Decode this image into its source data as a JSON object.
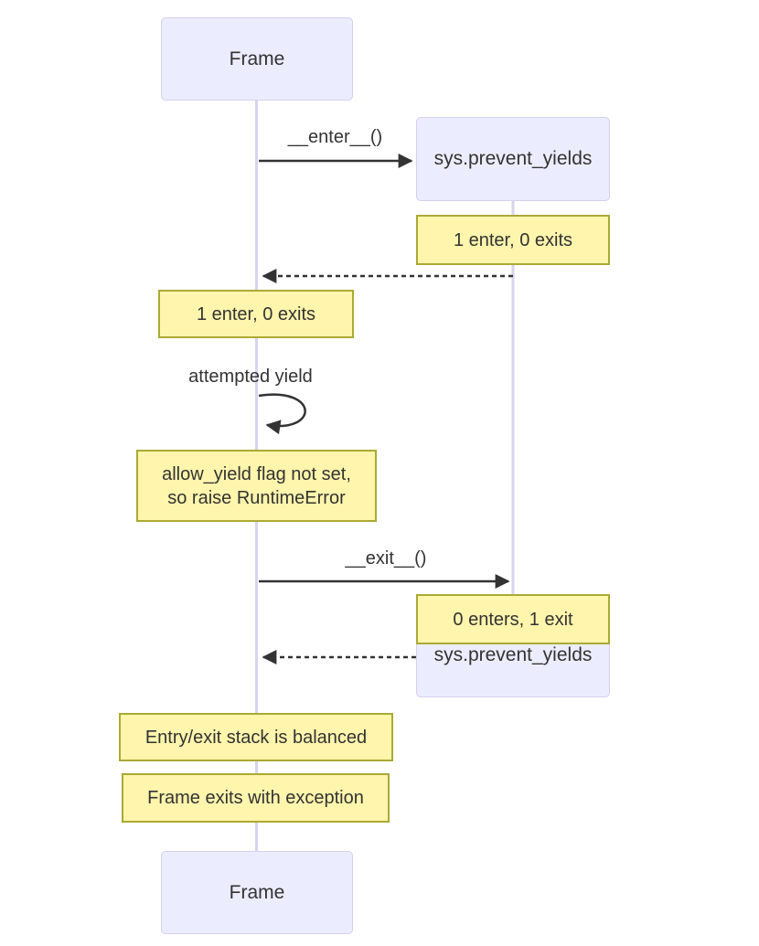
{
  "diagram_type": "sequence",
  "colors": {
    "actor_fill": "#ECECFF",
    "actor_border": "#D5D0EC",
    "note_fill": "#FFF5AD",
    "note_border": "#AAAA33",
    "lifeline": "#D9D3EE",
    "message_line": "#333333",
    "text": "#333333"
  },
  "actors": {
    "frame_top": {
      "label": "Frame"
    },
    "sys_top": {
      "label": "sys.prevent_yields"
    },
    "sys_bottom": {
      "label": "sys.prevent_yields"
    },
    "frame_bottom": {
      "label": "Frame"
    }
  },
  "messages": {
    "enter_call": {
      "label": "__enter__()",
      "type": "solid-arrow",
      "from": "Frame",
      "to": "sys.prevent_yields"
    },
    "enter_return": {
      "label": "",
      "type": "dashed-arrow",
      "from": "sys.prevent_yields",
      "to": "Frame"
    },
    "attempted_yield": {
      "label": "attempted yield",
      "type": "self-loop",
      "on": "Frame"
    },
    "exit_call": {
      "label": "__exit__()",
      "type": "solid-arrow",
      "from": "Frame",
      "to": "sys.prevent_yields"
    },
    "exit_return": {
      "label": "",
      "type": "dashed-arrow",
      "from": "sys.prevent_yields",
      "to": "Frame"
    }
  },
  "notes": {
    "sys_enter": {
      "label": "1 enter, 0 exits"
    },
    "frame_enter": {
      "label": "1 enter, 0 exits"
    },
    "yield_error": {
      "line1": "allow_yield flag not set,",
      "line2": "so raise RuntimeError"
    },
    "sys_exit": {
      "label": "0 enters, 1 exit"
    },
    "stack_balanced": {
      "label": "Entry/exit stack is balanced"
    },
    "frame_exit": {
      "label": "Frame exits with exception"
    }
  }
}
